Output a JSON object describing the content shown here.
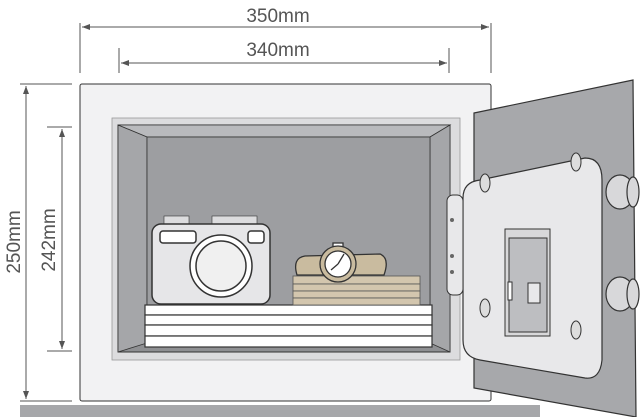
{
  "dimensions": {
    "outer_width": "350mm",
    "inner_width": "340mm",
    "outer_height": "250mm",
    "inner_height": "242mm"
  },
  "colors": {
    "body": "#f2f2f3",
    "cavity": "#9d9ea1",
    "door": "#a7a8ab",
    "ground": "#a6a7aa",
    "books": "#d3c6ae",
    "outline": "#333333"
  }
}
